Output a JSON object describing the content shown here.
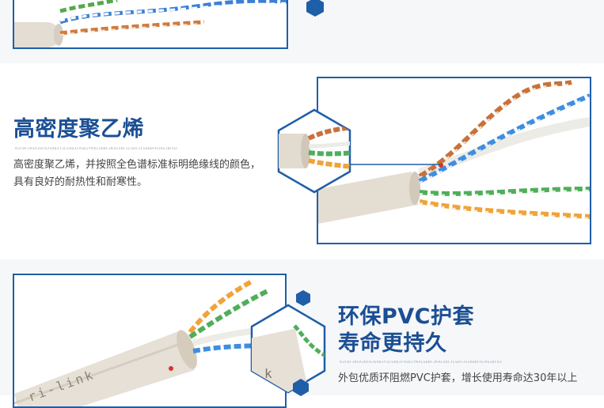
{
  "sections": [
    {
      "heading": "",
      "subline": "",
      "description": "",
      "icon": "hex-bullet-icon"
    },
    {
      "heading": "高密度聚乙烯",
      "subline": "AJFHFJHSAJDFHJSADJYJLSADJFASDJYKALSDDFJKALSDFJLSDFJLSADDFHJASJDFHJ",
      "description": "高密度聚乙烯，并按照全色谱标准标明绝缘线的颜色，具有良好的耐热性和耐寒性。",
      "icon": "magnify-hexagon"
    },
    {
      "heading": "环保PVC护套\n寿命更持久",
      "subline": "AJFHFJHSAJDFHJSADJYJLSADJFASDJYKALSDDFJKALSDFJLSDFJLSADDFHJASJDFHJ",
      "description": "外包优质环阻燃PVC护套，增长使用寿命达30年以上",
      "cable_print": "ri-link",
      "icon": "hex-bullet-icon"
    }
  ],
  "colors": {
    "brand_blue": "#1f5ea8",
    "heading_blue": "#1b4f94",
    "section_bg": "#f6f7f9",
    "text": "#444444"
  }
}
